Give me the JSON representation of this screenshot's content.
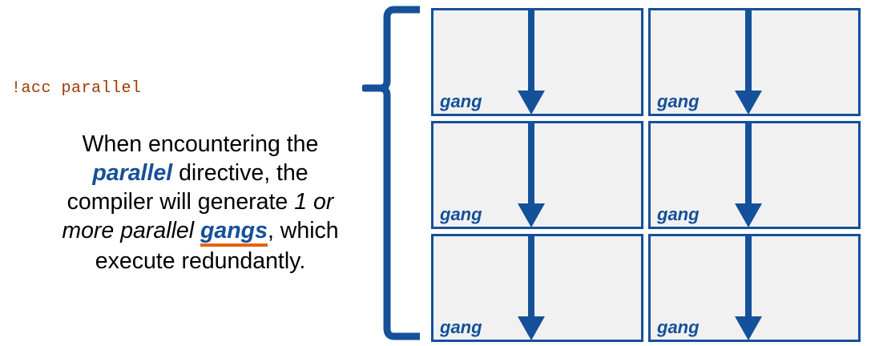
{
  "slide": {
    "code_directive": "!acc parallel",
    "description": {
      "segment_1": "When encountering the ",
      "keyword_parallel": "parallel",
      "segment_2": " directive, the compiler will generate ",
      "emphasis_quantity": "1 or more parallel",
      "keyword_gangs": "gangs",
      "segment_3": ", which execute redundantly."
    },
    "gangs": [
      {
        "label": "gang"
      },
      {
        "label": "gang"
      },
      {
        "label": "gang"
      },
      {
        "label": "gang"
      },
      {
        "label": "gang"
      },
      {
        "label": "gang"
      }
    ],
    "icons": {
      "brace": "left-curly-brace-icon",
      "arrow": "down-arrow-icon"
    },
    "colors": {
      "accent_blue": "#15509A",
      "code_brown": "#9C3B06",
      "underline_orange": "#E8620C",
      "box_fill": "#F1F1F1",
      "text_black": "#000000",
      "background": "#FFFFFF"
    }
  }
}
